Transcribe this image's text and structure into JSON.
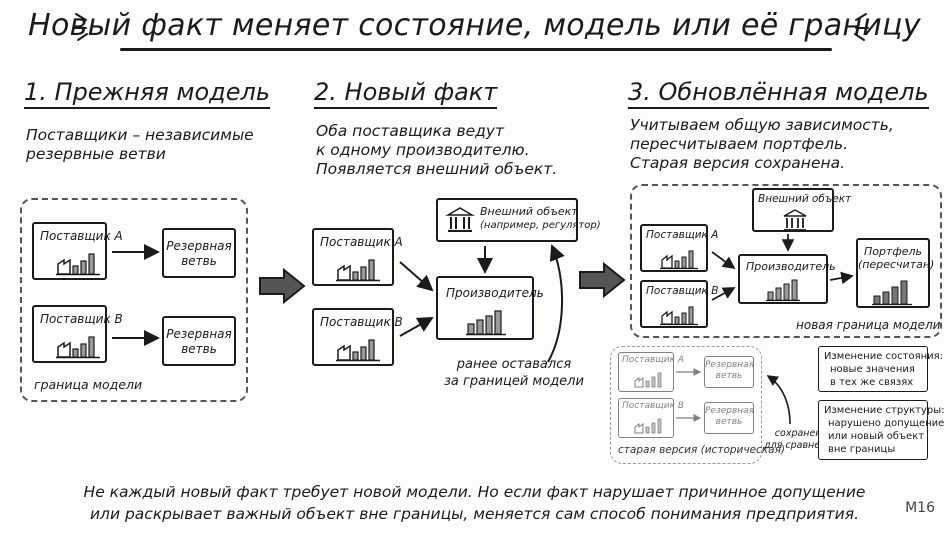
{
  "title": "Новый факт меняет состояние, модель или её границу",
  "sections": [
    {
      "heading": "1. Прежняя модель",
      "description": [
        "Поставщики – независимые",
        "резервные ветви"
      ]
    },
    {
      "heading": "2. Новый факт",
      "description": [
        "Оба поставщика ведут",
        "к одному производителю.",
        "Появляется внешний объект."
      ]
    },
    {
      "heading": "3. Обновлённая модель",
      "description": [
        "Учитываем общую зависимость,",
        "пересчитываем портфель.",
        "Старая версия сохранена."
      ]
    }
  ],
  "panel1": {
    "supplier_a": "Поставщик A",
    "supplier_b": "Поставщик B",
    "backup_a": [
      "Резервная",
      "ветвь"
    ],
    "backup_b": [
      "Резервная",
      "ветвь"
    ],
    "boundary_label": "граница модели"
  },
  "panel2": {
    "supplier_a": "Поставщик A",
    "supplier_b": "Поставщик B",
    "producer": "Производитель",
    "external": [
      "Внешний объект",
      "(например, регулятор)"
    ],
    "note": [
      "ранее оставался",
      "за границей модели"
    ]
  },
  "panel3": {
    "supplier_a": "Поставщик A",
    "supplier_b": "Поставщик B",
    "producer": "Производитель",
    "external": "Внешний объект",
    "portfolio": [
      "Портфель",
      "(пересчитан)"
    ],
    "boundary_label": "новая граница модели",
    "old_version": {
      "supplier_a": "Поставщик A",
      "supplier_b": "Поставщик B",
      "backup_a": [
        "Резервная",
        "ветвь"
      ],
      "backup_b": [
        "Резервная",
        "ветвь"
      ],
      "label": "старая версия (историческая)",
      "saved_note": [
        "сохранена",
        "для сравнения"
      ]
    },
    "state_change": {
      "title": "Изменение состояния:",
      "body": [
        "новые значения",
        "в тех же связях"
      ]
    },
    "structure_change": {
      "title": "Изменение структуры:",
      "body": [
        "нарушено допущение",
        "или новый объект",
        "вне границы"
      ]
    }
  },
  "footer": [
    "Не каждый новый факт требует новой модели. Но если факт нарушает причинное допущение",
    "или раскрывает важный объект вне границы, меняется сам способ понимания предприятия."
  ],
  "page_number": "M16",
  "colors": {
    "ink": "#1b1b1b",
    "bar_fill": "#9a9a9a",
    "arrow_fill": "#555555"
  }
}
